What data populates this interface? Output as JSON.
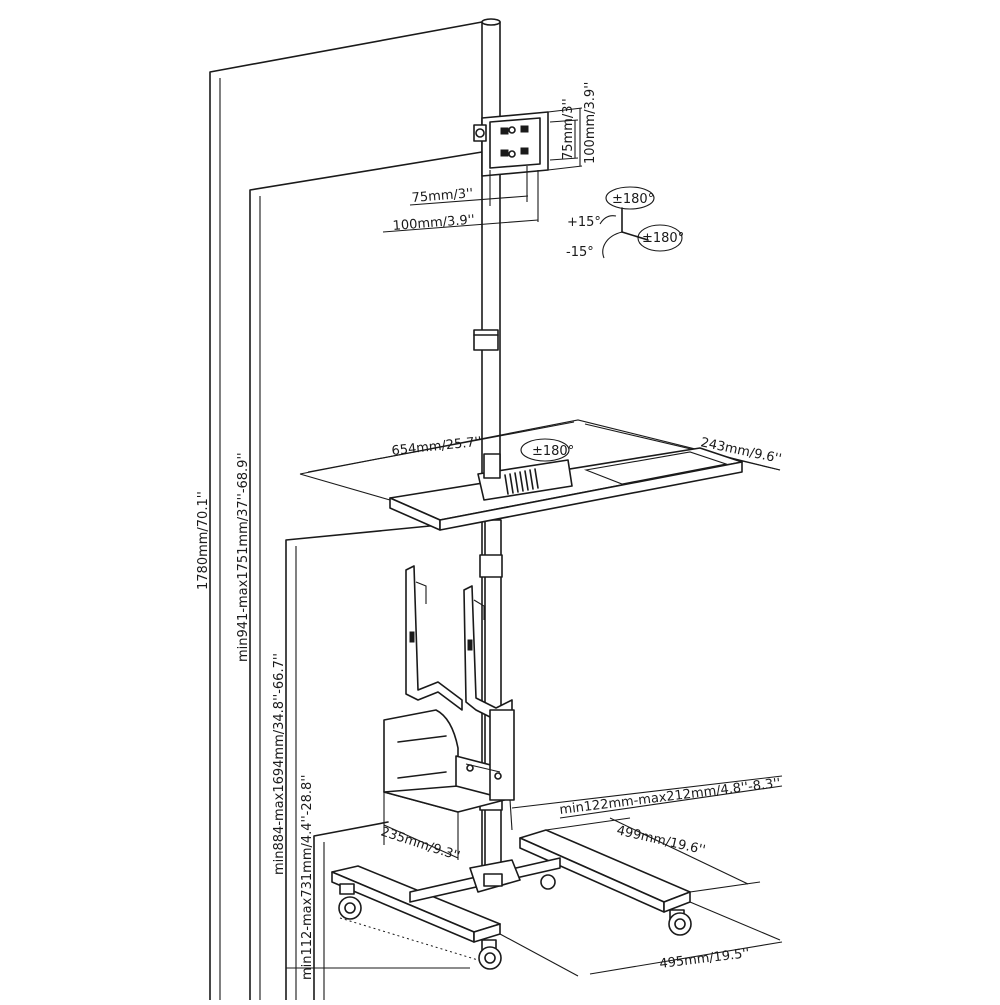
{
  "dimensions": {
    "total_height": "1780mm/70.1''",
    "monitor_height": "min941-max1751mm/37''-68.9''",
    "tray_height": "min884-max1694mm/34.8''-66.7''",
    "cpu_holder_height": "min112-max731mm/4.4''-28.8''",
    "vesa_h_75": "75mm/3''",
    "vesa_h_100": "100mm/3.9''",
    "vesa_v_75": "75mm/3''",
    "vesa_v_100": "100mm/3.9''",
    "tray_width": "654mm/25.7''",
    "tray_depth": "243mm/9.6''",
    "cpu_width": "min122mm-max212mm/4.8''-8.3''",
    "cpu_depth": "235mm/9.3''",
    "base_depth": "499mm/19.6''",
    "base_width": "495mm/19.5''"
  },
  "rotations": {
    "swivel": "±180°",
    "rotate": "±180°",
    "tilt_up": "+15°",
    "tilt_down": "-15°",
    "tray_rotate": "±180°"
  }
}
